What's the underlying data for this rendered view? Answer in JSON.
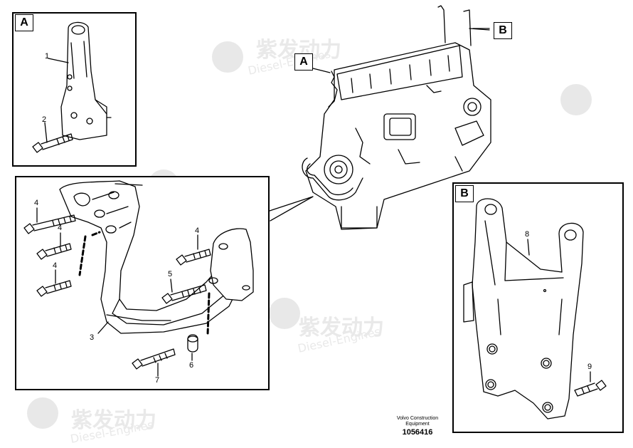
{
  "diagram": {
    "callouts": {
      "detail_a": "A",
      "detail_b": "B",
      "engine_a": "A",
      "engine_b": "B"
    },
    "part_numbers": {
      "p1": "1",
      "p2": "2",
      "p3": "3",
      "p4a": "4",
      "p4b": "4",
      "p4c": "4",
      "p4d": "4",
      "p5": "5",
      "p6": "6",
      "p7": "7",
      "p8": "8",
      "p9": "9"
    },
    "caption": {
      "line1": "Volvo Construction",
      "line2": "Equipment",
      "ref": "1056416"
    },
    "watermark": {
      "brand_cn": "紫发动力",
      "brand_en": "Diesel-Engines"
    }
  }
}
